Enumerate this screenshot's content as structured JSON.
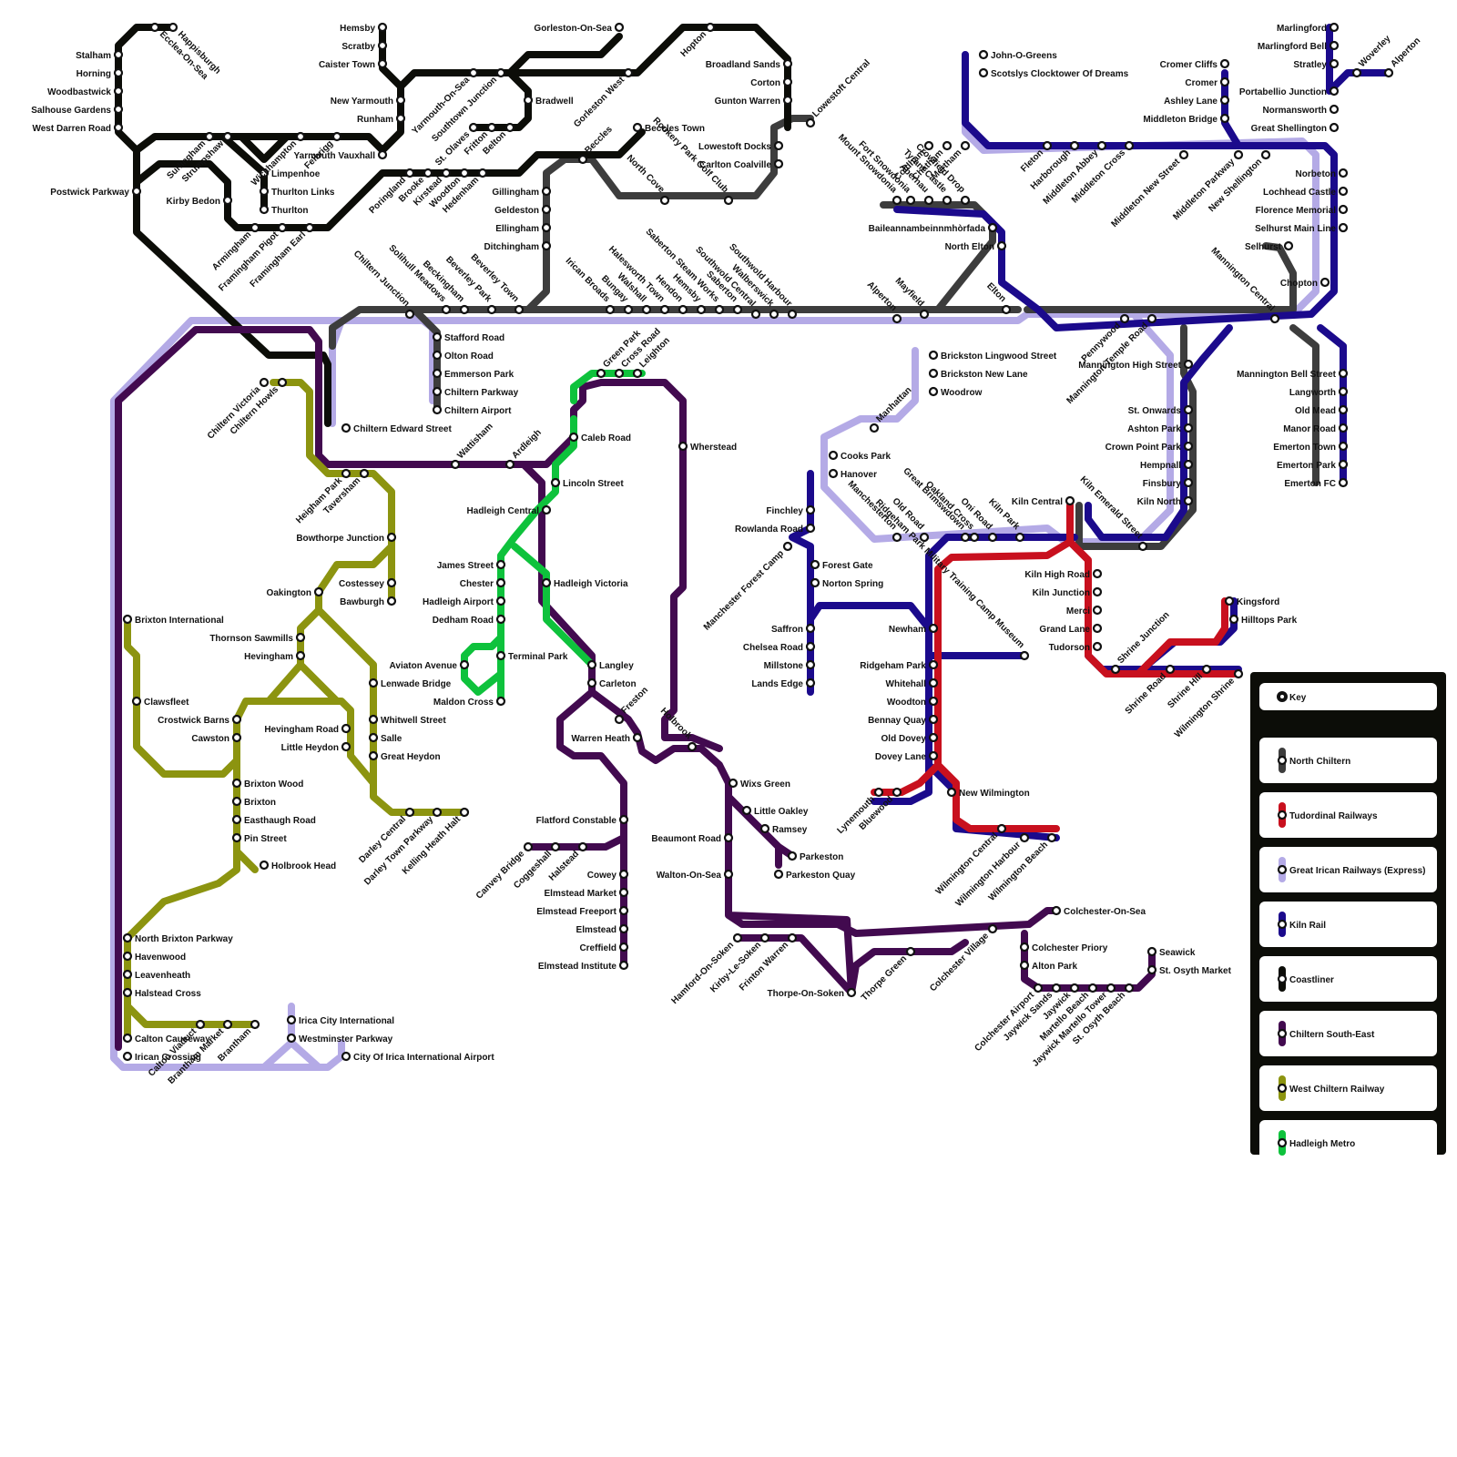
{
  "legend": {
    "title": "Key",
    "lines": [
      {
        "id": "north-chiltern",
        "name": "North Chiltern",
        "color": "#3d3d3d"
      },
      {
        "id": "tudordinal",
        "name": "Tudordinal Railways",
        "color": "#c8101e"
      },
      {
        "id": "great-irican",
        "name": "Great Irican Railways (Express)",
        "color": "#b4aae6"
      },
      {
        "id": "kiln",
        "name": "Kiln Rail",
        "color": "#1b0a8c"
      },
      {
        "id": "coastliner",
        "name": "Coastliner",
        "color": "#0c0d08"
      },
      {
        "id": "chiltern-se",
        "name": "Chiltern South-East",
        "color": "#420a4f"
      },
      {
        "id": "west-chiltern",
        "name": "West Chiltern Railway",
        "color": "#8c9410"
      },
      {
        "id": "hadleigh",
        "name": "Hadleigh Metro",
        "color": "#0ec23c"
      }
    ]
  },
  "stations": [
    "Stalham",
    "Horning",
    "Woodbastwick",
    "Salhouse Gardens",
    "West Darren Road",
    "Ecclea-On-Sea",
    "Happisburgh",
    "Postwick Parkway",
    "Surlingham",
    "Strumpshaw",
    "Wickhampton",
    "Felbrigg",
    "Limpenhoe",
    "Thurlton Links",
    "Thurlton",
    "Kirby Bedon",
    "Armingham",
    "Framingham Pigot",
    "Framingham Earl",
    "Hemsby",
    "Scratby",
    "Caister Town",
    "New Yarmouth",
    "Runham",
    "Yarmouth Vauxhall",
    "Yarmouth-On-Sea",
    "Southtown Junction",
    "Bradwell",
    "St. Olaves",
    "Fritton",
    "Belton",
    "Poringland",
    "Brooke",
    "Kirstead",
    "Woodton",
    "Hedenham",
    "Gorleston-On-Sea",
    "Gorleston West",
    "Hopton",
    "Broadland Sands",
    "Corton",
    "Gunton Warren",
    "Lowestoft Central",
    "Lowestoft Docks",
    "Carlton Coalville",
    "Beccles Town",
    "Beccles",
    "Gillingham",
    "Geldeston",
    "Ellingham",
    "Ditchingham",
    "North Cove",
    "Rookery Park Golf Club",
    "Chiltern Junction",
    "Solihull Meadows",
    "Beckingham",
    "Beverley Park",
    "Beverley Town",
    "Irican Broads",
    "Bungay",
    "Walshall",
    "Halesworth Town",
    "Hendon",
    "Hemsby",
    "Saberton Steam Works",
    "Saberton",
    "Southwold Central",
    "Walberswick",
    "Southwold Harbour",
    "Stafford Road",
    "Olton Road",
    "Emmerson Park",
    "Chiltern Parkway",
    "Chiltern Airport",
    "Chiltern Victoria",
    "Chiltern Howls",
    "Chiltern Edward Street",
    "Heigham Park",
    "Taversham",
    "Wattisham",
    "Ardleigh",
    "Caleb Road",
    "Green Park",
    "Cross Road",
    "Leighton",
    "Wherstead",
    "Lincoln Street",
    "Hadleigh Central",
    "Bowthorpe Junction",
    "Costessey",
    "Bawburgh",
    "Oakington",
    "Thornson Sawmills",
    "Hevingham",
    "James Street",
    "Chester",
    "Hadleigh Airport",
    "Dedham Road",
    "Hadleigh Victoria",
    "Aviaton Avenue",
    "Terminal Park",
    "Lenwade Bridge",
    "Maldon Cross",
    "Langley",
    "Carleton",
    "Brixton International",
    "Clawsfleet",
    "Crostwick Barns",
    "Cawston",
    "Hevingham Road",
    "Little Heydon",
    "Whitwell Street",
    "Salle",
    "Great Heydon",
    "Freston",
    "Warren Heath",
    "Holbrook",
    "Brixton Wood",
    "Brixton",
    "Easthaugh Road",
    "Pin Street",
    "Holbrook Head",
    "Darley Central",
    "Darley Town Parkway",
    "Kelling Heath Halt",
    "Flatford Constable",
    "Canvey Bridge",
    "Coggeshall",
    "Halstead",
    "Cowey",
    "Elmstead Market",
    "Elmstead Freeport",
    "Elmstead",
    "Creffield",
    "Elmstead Institute",
    "Wixs Green",
    "Little Oakley",
    "Ramsey",
    "Parkeston",
    "Parkeston Quay",
    "Beaumont Road",
    "Walton-On-Sea",
    "North Brixton Parkway",
    "Havenwood",
    "Leavenheath",
    "Halstead Cross",
    "Calton Viaduct",
    "Brantham Market",
    "Brantham",
    "Calton Causeway",
    "Irican Crossing",
    "Irica City International",
    "Westminster Parkway",
    "City Of Irica International Airport",
    "Hamford-On-Soken",
    "Kirby-Le-Soken",
    "Frinton Warren",
    "Thorpe-On-Soken",
    "Thorpe Green",
    "Colchester Village",
    "Colchester-On-Sea",
    "Colchester Priory",
    "Alton Park",
    "Colchester Airport",
    "Jaywick Sands",
    "Jaywick",
    "Martello Beach",
    "Jaywick Martello Tower",
    "St. Osyth Beach",
    "Seawick",
    "St. Osyth Market",
    "John-O-Greens",
    "Scotslys Clocktower Of Dreams",
    "Coldham",
    "Chatham",
    "Mertham",
    "Fleton",
    "Harborough",
    "Middleton Abbey",
    "Middleton Cross",
    "Middleton New Street",
    "Middleton Parkway",
    "New Shellington",
    "Cromer Cliffs",
    "Cromer",
    "Ashley Lane",
    "Middleton Bridge",
    "Marlingford",
    "Marlingford Bell",
    "Stratley",
    "Portabellio Junction",
    "Normansworth",
    "Great Shellington",
    "Woverley",
    "Alperton",
    "Mount Snowdonia",
    "Fort Snowdonia",
    "Abernau",
    "Tyrant Castle",
    "Crowfield Drop",
    "Baileannambeinnmhòrfada",
    "North Elton",
    "Alperton",
    "Mayfield",
    "Elton",
    "Pennywood",
    "Mannington Temple Road",
    "Mannington Central",
    "Norbeton",
    "Lochhead Castle",
    "Florence Memorial",
    "Selhurst Main Line",
    "Selhurst",
    "Chopton",
    "Mannington High Street",
    "Mannington Bell Street",
    "Langworth",
    "Old Mead",
    "Manor Road",
    "Emerton Town",
    "Emerton Park",
    "Emerton FC",
    "St. Onwards",
    "Ashton Park",
    "Crown Point Park",
    "Hempnall",
    "Finsbury",
    "Kiln North",
    "Kiln Central",
    "Kiln High Road",
    "Kiln Junction",
    "Merci",
    "Grand Lane",
    "Tudorson",
    "Kiln Emerald Street",
    "Brickston Lingwood Street",
    "Brickston New Lane",
    "Woodrow",
    "Manhattan",
    "Cooks Park",
    "Hanover",
    "Manchesterton",
    "Old Road",
    "Great Brimswdown",
    "Oakland Cross",
    "Oni Road",
    "Kiln Park",
    "Finchley",
    "Rowlanda Road",
    "Manchester Forest Camp",
    "Forest Gate",
    "Norton Spring",
    "Newham",
    "Saffron",
    "Chelsea Road",
    "Millstone",
    "Lands Edge",
    "Ridgeham Park",
    "Whitehall",
    "Woodton",
    "Bennay Quay",
    "Old Dovey",
    "Dovey Lane",
    "Ridgeham Park Military Training Camp Museum",
    "Lynemouth",
    "Bluewood",
    "New Wilmington",
    "Wilmington Central",
    "Wilmington Harbour",
    "Wilmington Beach",
    "Shrine Junction",
    "Shrine Road",
    "Shrine Hill",
    "Wilmington Shrine",
    "Kingsford",
    "Hilltops Park"
  ]
}
